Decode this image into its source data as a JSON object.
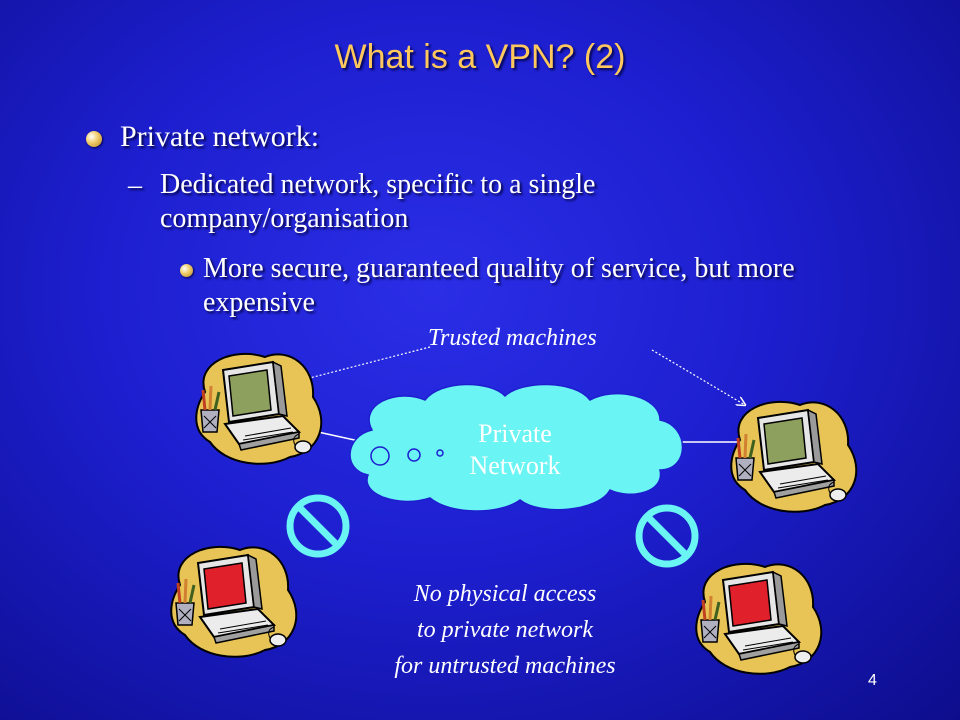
{
  "slide": {
    "title": "What is a VPN? (2)",
    "bullet1": "Private network:",
    "bullet2": "Dedicated network, specific to a single company/organisation",
    "bullet3": "More secure, guaranteed quality of service, but more expensive",
    "dash": "–",
    "page_number": "4"
  },
  "diagram": {
    "trusted_label": "Trusted machines",
    "cloud_line1": "Private",
    "cloud_line2": "Network",
    "untrusted_line1": "No physical access",
    "untrusted_line2": "to private network",
    "untrusted_line3": "for untrusted machines",
    "trusted_screen_color": "#8ea05e",
    "untrusted_screen_color": "#e0202a",
    "cloud_color": "#6af4f4",
    "no_sign_color": "#6af4f4"
  }
}
